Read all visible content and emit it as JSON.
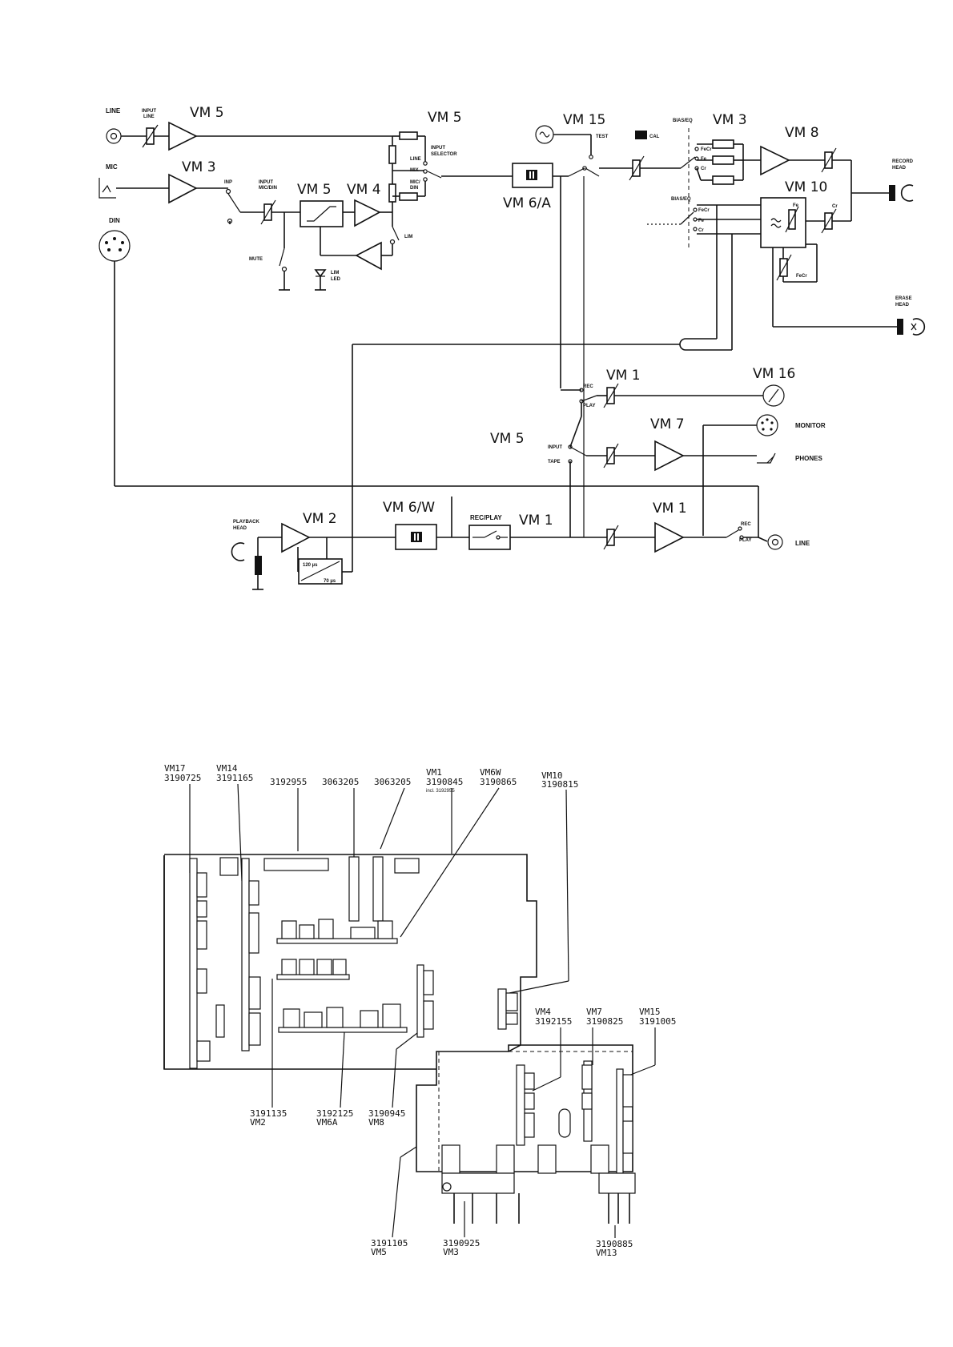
{
  "schematic": {
    "modules": {
      "vm5_line": "VM 5",
      "vm3_mic": "VM 3",
      "vm5_selector": "VM 5",
      "vm5_limiter": "VM 5",
      "vm4": "VM 4",
      "vm15": "VM 15",
      "vm6a": "VM 6/A",
      "vm3_bias": "VM 3",
      "vm8": "VM 8",
      "vm10": "VM 10",
      "vm1_meter": "VM 1",
      "vm16": "VM 16",
      "vm7": "VM 7",
      "vm5_monitor": "VM 5",
      "vm2": "VM 2",
      "vm6w": "VM 6/W",
      "vm1_recplay": "VM 1",
      "vm1_out": "VM 1"
    },
    "labels": {
      "line_in": "LINE",
      "input_line_1": "INPUT",
      "input_line_2": "LINE",
      "mic": "MIC",
      "din": "DIN",
      "inp": "INP",
      "input_micdin_1": "INPUT",
      "input_micdin_2": "MIC/DIN",
      "mute": "MUTE",
      "lim": "LIM",
      "lim_led_1": "LIM",
      "lim_led_2": "LED",
      "input_selector_1": "INPUT",
      "input_selector_2": "SELECTOR",
      "sel_line": "LINE",
      "sel_mix": "MIX",
      "sel_micdin_1": "MIC/",
      "sel_micdin_2": "DIN",
      "test": "TEST",
      "cal": "CAL",
      "bias_eq_1": "BIAS/EQ",
      "bias_eq_2": "BIAS/EQ",
      "fecr_1": "FeCr",
      "fe_1": "Fe",
      "cr_1": "Cr",
      "fecr_2": "FeCr",
      "fe_2": "Fe",
      "cr_2": "Cr",
      "fe_10": "Fe",
      "cr_10": "Cr",
      "fecr_10": "FeCr",
      "record_head_1": "RECORD",
      "record_head_2": "HEAD",
      "erase_head_1": "ERASE",
      "erase_head_2": "HEAD",
      "rec_1": "REC",
      "play_1": "PLAY",
      "input_2": "INPUT",
      "tape": "TAPE",
      "monitor": "MONITOR",
      "phones": "PHONES",
      "playback_head_1": "PLAYBACK",
      "playback_head_2": "HEAD",
      "eq_120": "120 µs",
      "eq_70": "70 µs",
      "rec_play": "REC/PLAY",
      "rec_2": "REC",
      "play_2": "PLAY",
      "line_out": "LINE"
    }
  },
  "board": {
    "callouts_top": [
      {
        "module": "VM17",
        "part": "3190725"
      },
      {
        "module": "VM14",
        "part": "3191165"
      },
      {
        "module": "",
        "part": "3192955"
      },
      {
        "module": "",
        "part": "3063205"
      },
      {
        "module": "",
        "part": "3063205"
      },
      {
        "module": "VM1",
        "part": "3190845",
        "note": "incl. 3192955"
      },
      {
        "module": "VM6W",
        "part": "3190865"
      },
      {
        "module": "VM10",
        "part": "3190815"
      }
    ],
    "callouts_mid": [
      {
        "module": "VM4",
        "part": "3192155"
      },
      {
        "module": "VM7",
        "part": "3190825"
      },
      {
        "module": "VM15",
        "part": "3191005"
      }
    ],
    "callouts_bottom": [
      {
        "part": "3191135",
        "module": "VM2"
      },
      {
        "part": "3192125",
        "module": "VM6A"
      },
      {
        "part": "3190945",
        "module": "VM8"
      },
      {
        "part": "3191105",
        "module": "VM5"
      },
      {
        "part": "3190925",
        "module": "VM3"
      },
      {
        "part": "3190885",
        "module": "VM13"
      }
    ]
  },
  "icons": [
    "jack-socket-icon",
    "din-socket-icon",
    "microphone-icon",
    "tape-head-icon",
    "meter-icon",
    "oscillator-icon",
    "headphone-icon",
    "led-icon",
    "switch-icon",
    "potentiometer-icon",
    "amplifier-icon"
  ]
}
